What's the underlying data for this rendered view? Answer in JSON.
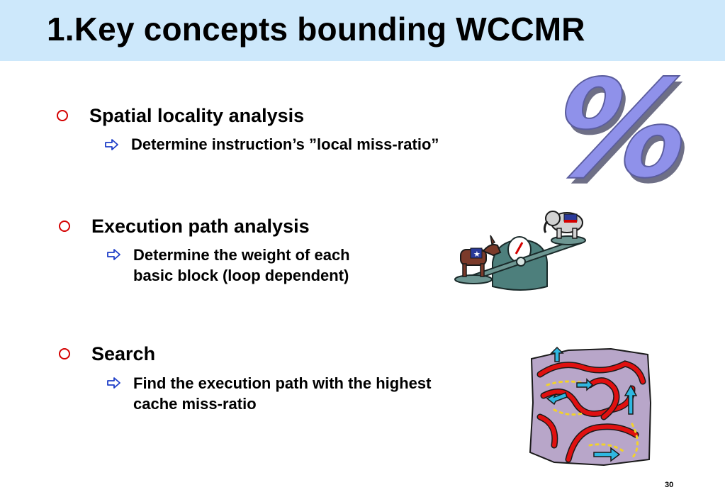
{
  "slide": {
    "title": "1.Key concepts bounding WCCMR",
    "page_number": "30"
  },
  "bullets": [
    {
      "text": "Spatial locality analysis",
      "sub": [
        "Determine instruction’s ”local miss-ratio”"
      ]
    },
    {
      "text": "Execution path analysis",
      "sub": [
        "Determine the weight of each",
        "basic block (loop dependent)"
      ]
    },
    {
      "text": "Search",
      "sub": [
        "Find the execution path with the highest",
        "cache miss-ratio"
      ]
    }
  ],
  "clipart": {
    "percent": {
      "glyph": "%",
      "color": "#8f91ea",
      "shadow": "#6e6f86"
    },
    "scale": {
      "icon": "balance-scale-icon"
    },
    "maze": {
      "icon": "maze-paths-icon"
    }
  },
  "colors": {
    "title_band": "#cde8fb",
    "bullet": "#d40000",
    "arrow": "#1e3ec8"
  }
}
